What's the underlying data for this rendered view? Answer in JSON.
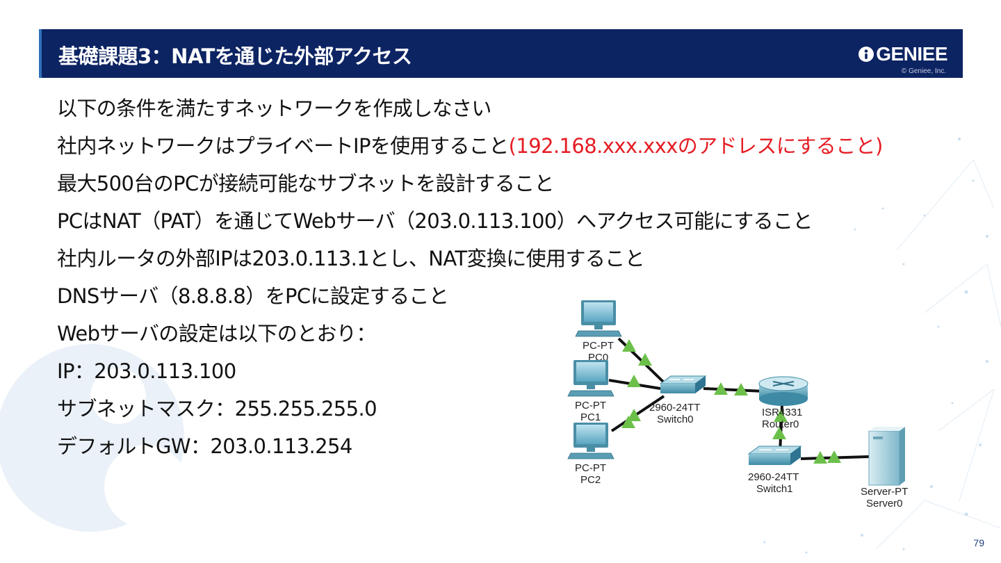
{
  "slide": {
    "title": "基礎課題3：NATを通じた外部アクセス",
    "brand": "GENIEE",
    "copyright": "© Geniee, Inc.",
    "page_number": "79",
    "accent_color": "#0d2463",
    "highlight_color": "#e51c23"
  },
  "body": {
    "line1": "以下の条件を満たすネットワークを作成しなさい",
    "line2_main": "社内ネットワークはプライベートIPを使用すること",
    "line2_note": "(192.168.xxx.xxxのアドレスにすること)",
    "line3": "最大500台のPCが接続可能なサブネットを設計すること",
    "line4": "PCはNAT（PAT）を通じてWebサーバ（203.0.113.100）へアクセス可能にすること",
    "line5": "社内ルータの外部IPは203.0.113.1とし、NAT変換に使用すること",
    "line6": "DNSサーバ（8.8.8.8）をPCに設定すること",
    "line7": "Webサーバの設定は以下のとおり：",
    "line8": "IP：203.0.113.100",
    "line9": "サブネットマスク：255.255.255.0",
    "line10": "デフォルトGW：203.0.113.254"
  },
  "topology": {
    "pc0": {
      "type": "PC-PT",
      "name": "PC0"
    },
    "pc1": {
      "type": "PC-PT",
      "name": "PC1"
    },
    "pc2": {
      "type": "PC-PT",
      "name": "PC2"
    },
    "switch0": {
      "type": "2960-24TT",
      "name": "Switch0"
    },
    "switch1": {
      "type": "2960-24TT",
      "name": "Switch1"
    },
    "router0": {
      "type": "ISR4331",
      "name": "Router0"
    },
    "server0": {
      "type": "Server-PT",
      "name": "Server0"
    },
    "link_status_color": "#6cc04a"
  }
}
